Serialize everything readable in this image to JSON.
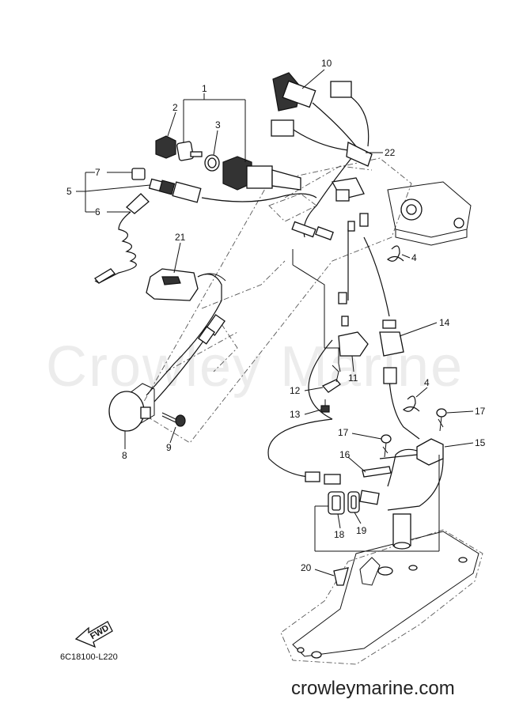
{
  "watermark": "Crowley Marine",
  "footer_url": "crowleymarine.com",
  "diagram_code": "6C18100-L220",
  "fwd_label": "FWD",
  "callouts": {
    "c1": "1",
    "c2": "2",
    "c3": "3",
    "c4a": "4",
    "c4b": "4",
    "c5": "5",
    "c6": "6",
    "c7": "7",
    "c8": "8",
    "c9": "9",
    "c10": "10",
    "c11": "11",
    "c12": "12",
    "c13": "13",
    "c14": "14",
    "c15": "15",
    "c16": "16",
    "c17a": "17",
    "c17b": "17",
    "c18": "18",
    "c19": "19",
    "c20": "20",
    "c21": "21",
    "c22": "22"
  }
}
